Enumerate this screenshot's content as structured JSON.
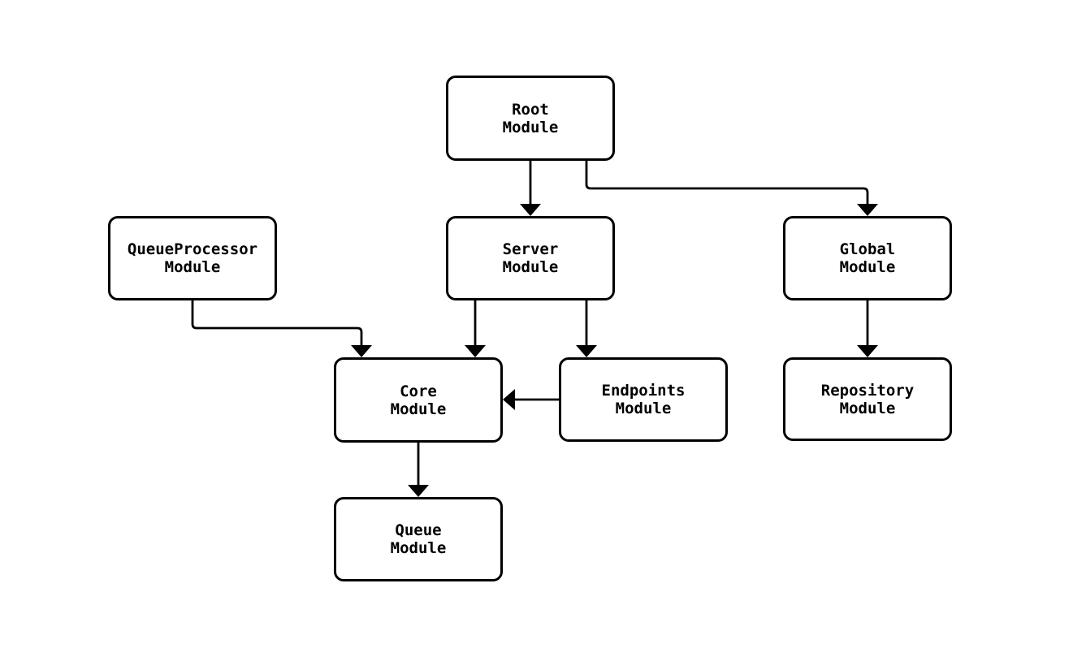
{
  "diagram": {
    "type": "flowchart",
    "colors": {
      "stroke": "#000000",
      "node_fill": "#ffffff",
      "background": "#ffffff",
      "text": "#000000"
    },
    "nodes": [
      {
        "id": "root",
        "label": "Root\nModule"
      },
      {
        "id": "queueprocessor",
        "label": "QueueProcessor\nModule"
      },
      {
        "id": "server",
        "label": "Server\nModule"
      },
      {
        "id": "global",
        "label": "Global\nModule"
      },
      {
        "id": "core",
        "label": "Core\nModule"
      },
      {
        "id": "endpoints",
        "label": "Endpoints\nModule"
      },
      {
        "id": "repository",
        "label": "Repository\nModule"
      },
      {
        "id": "queue",
        "label": "Queue\nModule"
      }
    ],
    "edges": [
      {
        "from": "root",
        "to": "server"
      },
      {
        "from": "root",
        "to": "global"
      },
      {
        "from": "queueprocessor",
        "to": "core"
      },
      {
        "from": "server",
        "to": "core"
      },
      {
        "from": "server",
        "to": "endpoints"
      },
      {
        "from": "endpoints",
        "to": "core"
      },
      {
        "from": "global",
        "to": "repository"
      },
      {
        "from": "core",
        "to": "queue"
      }
    ]
  }
}
